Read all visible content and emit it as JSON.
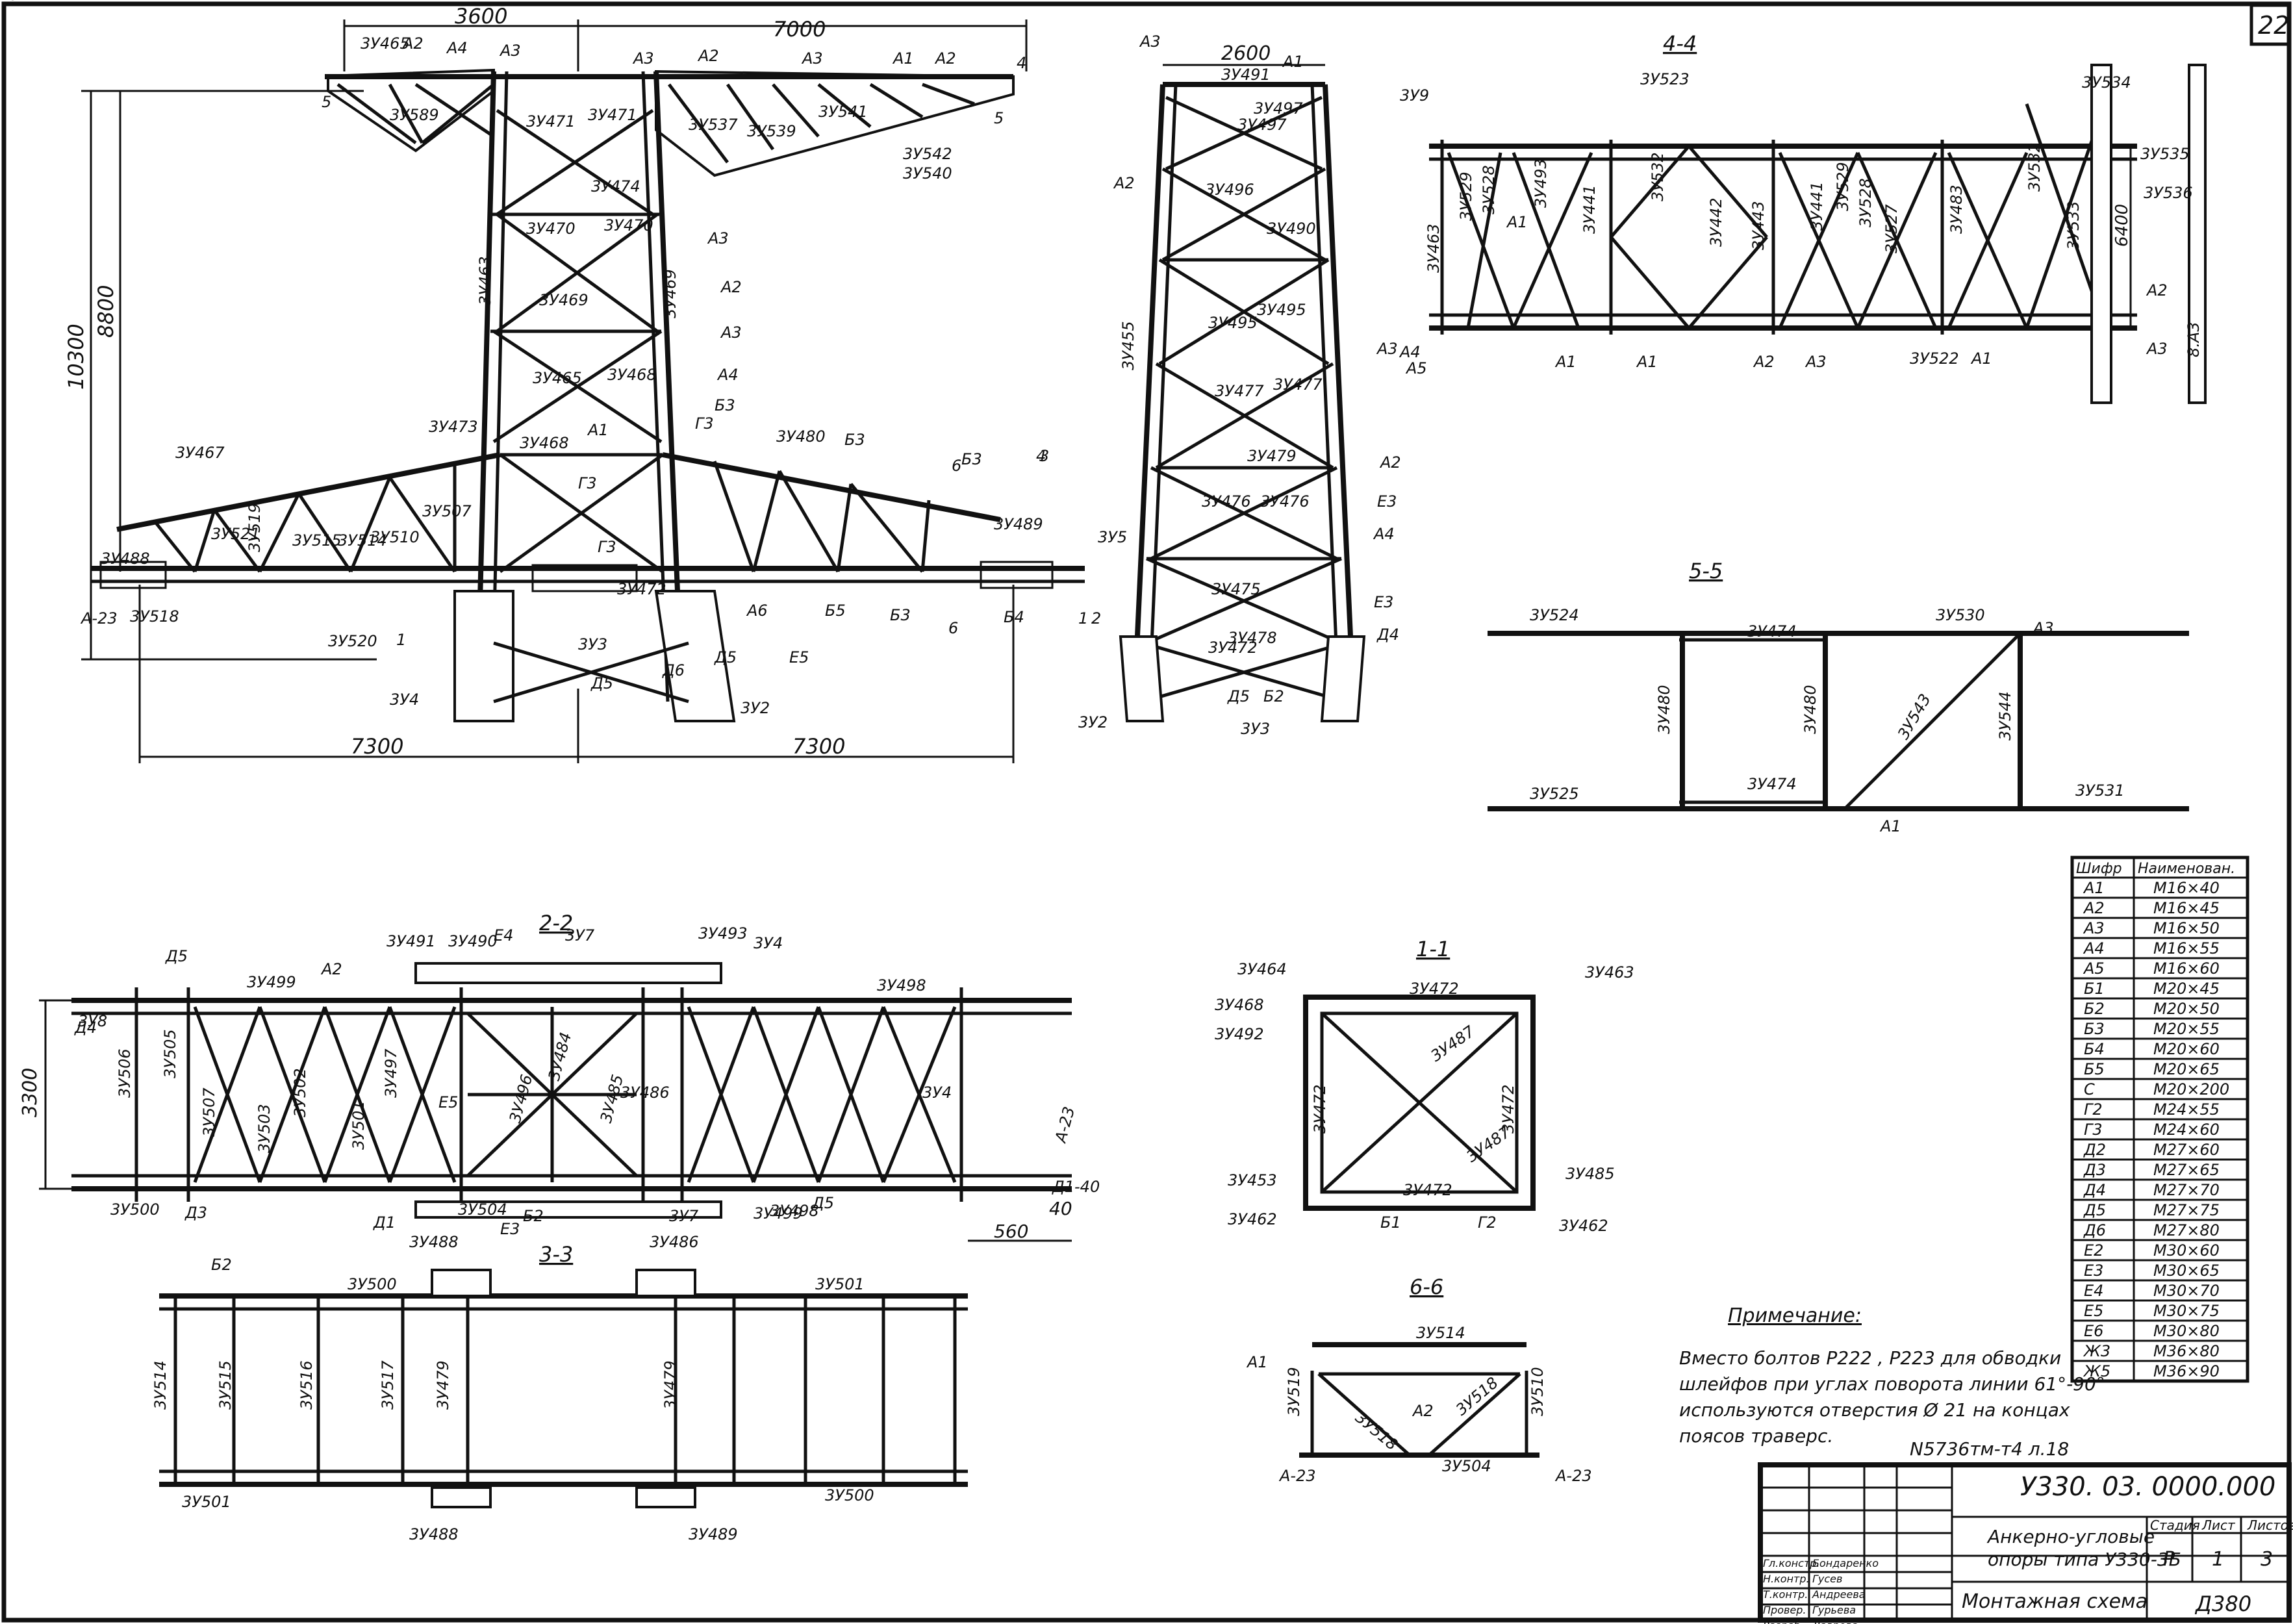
{
  "sheet": {
    "page_number": "22",
    "note_title": "Примечание:",
    "note_lines": [
      "Вместо болтов  Р222 , Р223 для обводки",
      "шлейфов при углах поворота линии 61°-90°",
      "используются отверстия  Ø 21 на концах",
      "поясов траверс."
    ],
    "archive_ref": "N5736тм-т4 л.18"
  },
  "title_block": {
    "doc_code": "У330. 03. 0000.000",
    "object_name_1": "Анкерно-угловые",
    "object_name_2": "опоры типа У330-3Б",
    "sheet_title": "Монтажная схема",
    "stage_header": "Стадия",
    "sheet_header": "Лист",
    "sheets_header": "Листов",
    "stage": "Р",
    "sheet": "1",
    "sheets": "3",
    "format": "Д380",
    "roles": [
      "Гл.констр.",
      "Н.контр.",
      "Т.контр.",
      "Провер.",
      "Разраб."
    ],
    "names": [
      "Бондаренко",
      "Гусев",
      "Андреева",
      "Гурьева",
      "Лаврова"
    ]
  },
  "spec_table": {
    "headers": [
      "Шифр",
      "Наименован."
    ],
    "rows": [
      [
        "А1",
        "М16×40"
      ],
      [
        "А2",
        "М16×45"
      ],
      [
        "А3",
        "М16×50"
      ],
      [
        "А4",
        "М16×55"
      ],
      [
        "А5",
        "М16×60"
      ],
      [
        "Б1",
        "М20×45"
      ],
      [
        "Б2",
        "М20×50"
      ],
      [
        "Б3",
        "М20×55"
      ],
      [
        "Б4",
        "М20×60"
      ],
      [
        "Б5",
        "М20×65"
      ],
      [
        "С",
        "М20×200"
      ],
      [
        "Г2",
        "М24×55"
      ],
      [
        "Г3",
        "М24×60"
      ],
      [
        "Д2",
        "М27×60"
      ],
      [
        "Д3",
        "М27×65"
      ],
      [
        "Д4",
        "М27×70"
      ],
      [
        "Д5",
        "М27×75"
      ],
      [
        "Д6",
        "М27×80"
      ],
      [
        "Е2",
        "М30×60"
      ],
      [
        "Е3",
        "М30×65"
      ],
      [
        "Е4",
        "М30×70"
      ],
      [
        "Е5",
        "М30×75"
      ],
      [
        "Е6",
        "М30×80"
      ],
      [
        "Ж3",
        "М36×80"
      ],
      [
        "Ж5",
        "М36×90"
      ]
    ]
  },
  "views": {
    "main": {
      "dims": [
        "3600",
        "7000",
        "10300",
        "8800",
        "7300",
        "7300"
      ],
      "labels": [
        "3У589",
        "3У471",
        "3У471",
        "3У537",
        "3У539",
        "3У541",
        "3У542",
        "3У540",
        "3У474",
        "3У470",
        "3У470",
        "3У463",
        "3У469",
        "3У469",
        "3У465",
        "3У468",
        "3У468",
        "3У473",
        "3У467",
        "3У488",
        "3У518",
        "3У521",
        "3У519",
        "3У515",
        "3У514",
        "3У510",
        "3У507",
        "3У480",
        "3У489",
        "3У520",
        "3У4",
        "3У2",
        "3У3",
        "3У472",
        "3У465",
        "А2",
        "А4",
        "А3",
        "А3",
        "А2",
        "А3",
        "А1",
        "А2",
        "А3",
        "А2",
        "А3",
        "А4",
        "А1",
        "Б3",
        "Б3",
        "Б3",
        "Г3",
        "Г3",
        "Г3",
        "Б4",
        "Б3",
        "А6",
        "Б5",
        "Е5",
        "Д5",
        "Д6",
        "Д5",
        "А-23",
        "5",
        "5",
        "6",
        "6",
        "4",
        "4",
        "3",
        "1",
        "1",
        "2"
      ]
    },
    "side": {
      "dims": [
        "2600"
      ],
      "labels": [
        "3У491",
        "3У497",
        "3У497",
        "3У496",
        "3У490",
        "3У495",
        "3У495",
        "3У455",
        "3У477",
        "3У477",
        "3У479",
        "3У476",
        "3У476",
        "3У475",
        "3У478",
        "3У472",
        "3У5",
        "3У2",
        "3У3",
        "А1",
        "А3",
        "А2",
        "А3",
        "А2",
        "А4",
        "Е3",
        "Е3",
        "Д4",
        "Д5",
        "Б2",
        "2"
      ]
    },
    "section_44": {
      "title": "4-4",
      "dims": [
        "6400"
      ],
      "labels": [
        "3У523",
        "3У534",
        "3У535",
        "3У536",
        "3У9",
        "3У463",
        "3У529",
        "3У528",
        "3У493",
        "3У441",
        "3У532",
        "3У442",
        "3У443",
        "3У441",
        "3У529",
        "3У528",
        "3У527",
        "3У483",
        "3У532",
        "3У533",
        "3У522",
        "А1",
        "А1",
        "А1",
        "А2",
        "А2",
        "А3",
        "А3",
        "А4",
        "А5",
        "А1",
        "8.А3"
      ]
    },
    "section_55": {
      "title": "5-5",
      "labels": [
        "3У524",
        "3У474",
        "3У530",
        "3У480",
        "3У480",
        "3У543",
        "3У544",
        "3У525",
        "3У474",
        "3У531",
        "А3",
        "А1"
      ]
    },
    "section_22": {
      "title": "2-2",
      "dims": [
        "3300",
        "560",
        "40"
      ],
      "labels": [
        "3У491",
        "3У490",
        "Е4",
        "3У7",
        "3У493",
        "3У4",
        "3У499",
        "А2",
        "3У498",
        "Д5",
        "Д4",
        "3У506",
        "3У505",
        "3У507",
        "3У503",
        "3У502",
        "3У501",
        "3У497",
        "3У496",
        "3У484",
        "3У485",
        "3У486",
        "Е5",
        "Е3",
        "Д3",
        "3У504",
        "3У498",
        "3У499",
        "3У4",
        "Б2",
        "3У7",
        "3У8",
        "Д5",
        "3У500",
        "А-23",
        "Д1-40",
        "Д1",
        "491"
      ]
    },
    "section_33": {
      "title": "3-3",
      "labels": [
        "3У488",
        "3У486",
        "Б2",
        "3У500",
        "3У501",
        "3У514",
        "3У515",
        "3У516",
        "3У517",
        "3У479",
        "3У479",
        "3У501",
        "3У500",
        "3У488",
        "3У489"
      ]
    },
    "section_11": {
      "title": "1-1",
      "labels": [
        "3У464",
        "3У472",
        "3У463",
        "3У468",
        "3У492",
        "3У487",
        "3У472",
        "3У472",
        "3У487",
        "3У453",
        "3У485",
        "3У462",
        "3У472",
        "3У462",
        "Б1",
        "Г2"
      ]
    },
    "section_66": {
      "title": "6-6",
      "labels": [
        "3У514",
        "А1",
        "3У519",
        "3У518",
        "А2",
        "3У518",
        "3У510",
        "3У504",
        "А-23",
        "А-23"
      ]
    }
  }
}
